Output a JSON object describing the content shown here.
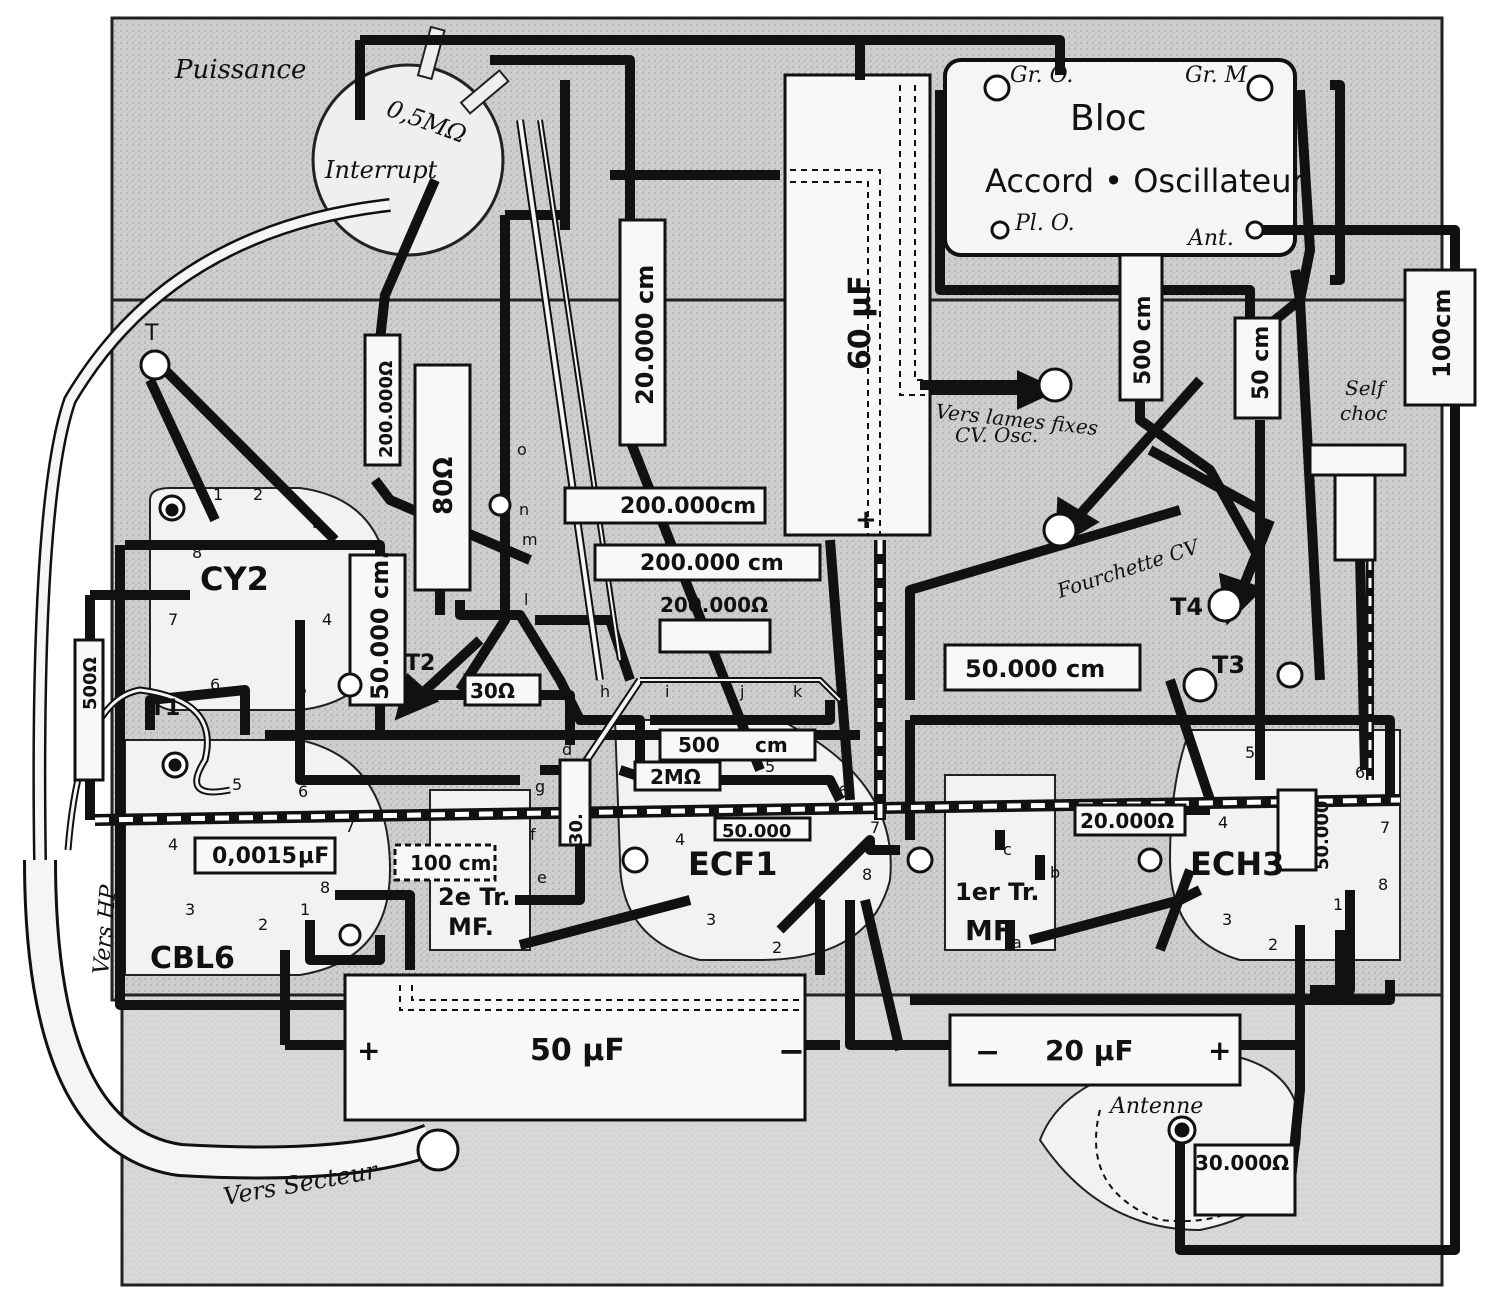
{
  "chassis_labels": {
    "puissance": "Puissance",
    "pot_value": "0,5MΩ",
    "pot_label": "Interrupt",
    "vers_hp": "Vers HP",
    "vers_secteur": "Vers Secteur",
    "vers_lames": "Vers lames fixes",
    "cv_osc": "CV. Osc.",
    "fourchette": "Fourchette CV",
    "self_choc_1": "Self",
    "self_choc_2": "choc",
    "antenne": "Antenne"
  },
  "bloc": {
    "title": "Bloc",
    "subtitle": "Accord • Oscillateur",
    "gr_o": "Gr. O.",
    "gr_m": "Gr. M",
    "pl_o": "Pl. O.",
    "ant": "Ant."
  },
  "tubes": {
    "cy2": "CY2",
    "cbl6": "CBL6",
    "ecf1": "ECF1",
    "ech3": "ECH3"
  },
  "transformers": {
    "tr2_line1": "2e Tr.",
    "tr2_line2": "MF.",
    "tr1_line1": "1er Tr.",
    "tr1_line2": "MF"
  },
  "terminals": {
    "t": "T",
    "t1": "T1",
    "t2": "T2",
    "t3": "T3",
    "t4": "T4"
  },
  "components": {
    "r_200k": "200.000Ω",
    "r_80": "80Ω",
    "c_20000": "20.000 cm",
    "c_60uf": "60 µF",
    "c_200000a": "200.000cm",
    "c_200000b": "200.000 cm",
    "r_200000": "200.000Ω",
    "c_50000a": "50.000 cm.",
    "r_500": "500Ω",
    "r_30": "30Ω",
    "c_500": "500",
    "c_cm": "cm",
    "r_2m": "2MΩ",
    "c_50000b": "50.000",
    "c_0015": "0,0015",
    "c_uf": "µF",
    "c_100cm": "100 cm",
    "c_30": "30.",
    "c_50000cm": "50.000 cm",
    "r_20000": "20.000Ω",
    "c_500cm": "500 cm",
    "c_50cm": "50 cm",
    "c_100cm_r": "100cm",
    "c_50000v": "50.000",
    "c_50uf": "50 µF",
    "c_20uf": "20 µF",
    "r_30000": "30.000Ω",
    "plus": "+",
    "minus": "−"
  },
  "pins": {
    "p1": "1",
    "p2": "2",
    "p3": "3",
    "p4": "4",
    "p5": "5",
    "p6": "6",
    "p7": "7",
    "p8": "8",
    "a": "a",
    "b": "b",
    "c": "c",
    "d": "d",
    "e": "e",
    "f": "f",
    "g": "g",
    "h": "h",
    "i": "i",
    "j": "j",
    "k": "k",
    "l": "l",
    "m": "m",
    "n": "n",
    "o": "o"
  }
}
